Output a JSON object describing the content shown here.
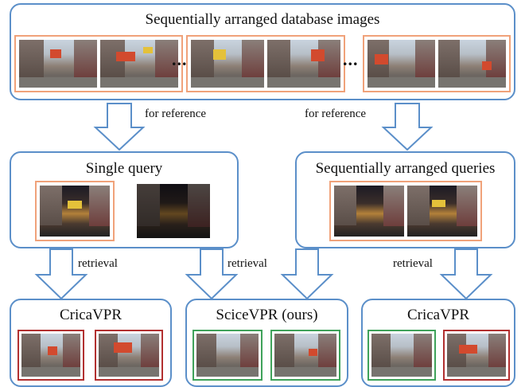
{
  "database": {
    "title": "Sequentially arranged database images",
    "ellipsis": "..."
  },
  "single_query": {
    "title": "Single query"
  },
  "seq_queries": {
    "title": "Sequentially arranged queries"
  },
  "labels": {
    "for_reference_left": "for reference",
    "for_reference_right": "for reference",
    "retrieval_left": "retrieval",
    "retrieval_middle": "retrieval",
    "retrieval_right": "retrieval"
  },
  "results": {
    "left": {
      "title": "CricaVPR"
    },
    "middle": {
      "title": "SciceVPR (ours)"
    },
    "right": {
      "title": "CricaVPR"
    }
  },
  "colors": {
    "box_border": "#5b8fc9",
    "arrow": "#5b8fc9",
    "database_frame": "#f0a27a",
    "wrong_result": "#b23030",
    "correct_result": "#3fa25a"
  }
}
